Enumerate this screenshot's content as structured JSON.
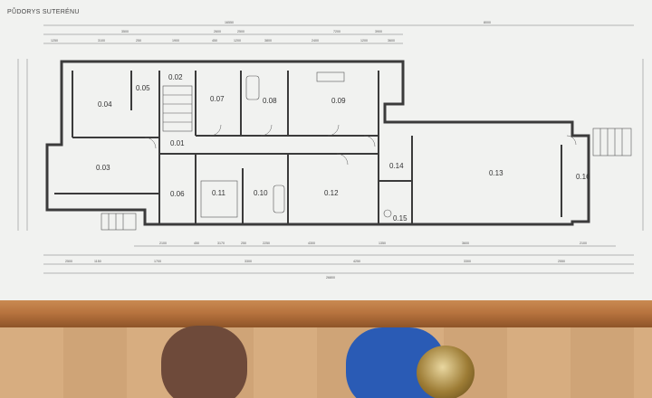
{
  "title": "PŮDORYS SUTERÉNU",
  "rooms": [
    {
      "id": "0.02",
      "name": "room-0-02"
    },
    {
      "id": "0.04",
      "name": "room-0-04"
    },
    {
      "id": "0.05",
      "name": "room-0-05"
    },
    {
      "id": "0.07",
      "name": "room-0-07"
    },
    {
      "id": "0.08",
      "name": "room-0-08"
    },
    {
      "id": "0.09",
      "name": "room-0-09"
    },
    {
      "id": "0.01",
      "name": "room-0-01"
    },
    {
      "id": "0.03",
      "name": "room-0-03"
    },
    {
      "id": "0.06",
      "name": "room-0-06"
    },
    {
      "id": "0.11",
      "name": "room-0-11"
    },
    {
      "id": "0.10",
      "name": "room-0-10"
    },
    {
      "id": "0.12",
      "name": "room-0-12"
    },
    {
      "id": "0.14",
      "name": "room-0-14"
    },
    {
      "id": "0.15",
      "name": "room-0-15"
    },
    {
      "id": "0.13",
      "name": "room-0-13"
    },
    {
      "id": "0.16",
      "name": "room-0-16"
    }
  ],
  "dimensions": {
    "top_overall": [
      "16550",
      "8000"
    ],
    "top_row1": [
      "3500",
      "2600",
      "2500",
      "7200",
      "3900"
    ],
    "top_row2": [
      "1250",
      "3100",
      "250",
      "1900",
      "450",
      "1200",
      "3800",
      "2400",
      "1200",
      "3600"
    ],
    "bottom_row1": [
      "2100",
      "450",
      "3170",
      "250",
      "2250",
      "4300",
      "1350",
      "3600",
      "2100"
    ],
    "bottom_row2": [
      "2500",
      "1150",
      "1700",
      "3300",
      "4250",
      "3300",
      "2550"
    ],
    "bottom_overall": [
      "26800"
    ]
  }
}
